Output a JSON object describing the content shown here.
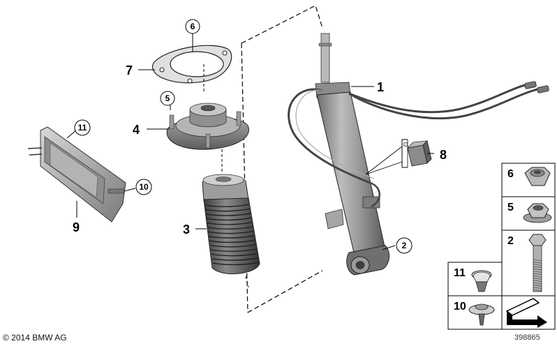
{
  "callouts": {
    "c1": "1",
    "c2": "2",
    "c3": "3",
    "c4": "4",
    "c5": "5",
    "c6": "6",
    "c7": "7",
    "c8": "8",
    "c9": "9",
    "c10": "10",
    "c11": "11"
  },
  "legend": {
    "r6": "6",
    "r5": "5",
    "r2": "2",
    "r11": "11",
    "r10": "10"
  },
  "footer": {
    "copyright": "© 2014 BMW AG",
    "diagram_number": "398865"
  },
  "colors": {
    "part_gray": "#9a9a9a",
    "part_dark": "#5f5f5f",
    "part_light": "#cfcfcf",
    "line": "#000000"
  }
}
